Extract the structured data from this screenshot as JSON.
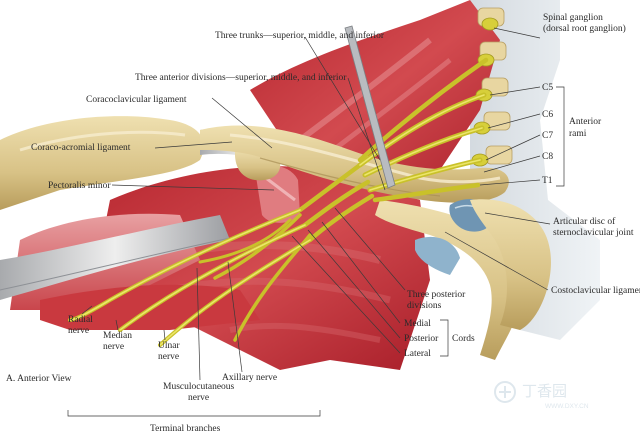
{
  "view_label": "A. Anterior View",
  "labels": {
    "spinal_ganglion": [
      "Spinal ganglion",
      "(dorsal root ganglion)"
    ],
    "three_trunks": "Three trunks—superior, middle, and inferior",
    "three_anterior_divisions": "Three anterior divisions—superior, middle, and inferior",
    "coracoclavicular_ligament": "Coracoclavicular ligament",
    "coraco_acromial_ligament": "Coraco-acromial ligament",
    "pectoralis_minor": "Pectoralis minor",
    "c5": "C5",
    "c6": "C6",
    "c7": "C7",
    "c8": "C8",
    "t1": "T1",
    "anterior_rami": [
      "Anterior",
      "rami"
    ],
    "articular_disc": [
      "Articular disc of",
      "sternoclavicular joint"
    ],
    "costoclavicular_ligament": "Costoclavicular ligament",
    "three_posterior_divisions": [
      "Three posterior",
      "divisions"
    ],
    "medial": "Medial",
    "posterior": "Posterior",
    "lateral": "Lateral",
    "cords": "Cords",
    "radial_nerve": [
      "Radial",
      "nerve"
    ],
    "median_nerve": [
      "Median",
      "nerve"
    ],
    "ulnar_nerve": [
      "Ulnar",
      "nerve"
    ],
    "musculocutaneous_nerve": [
      "Musculocutaneous",
      "nerve"
    ],
    "axillary_nerve": "Axillary nerve",
    "terminal_branches": "Terminal branches"
  },
  "watermark": {
    "brand": "丁香园",
    "url": "WWW.DXY.CN"
  },
  "colors": {
    "muscle": "#c8343b",
    "muscle_light": "#e2868a",
    "bone": "#d9c48f",
    "bone_shade": "#b79f63",
    "ligament": "#d8d8d8",
    "nerve": "#e0d94a",
    "cartilage": "#8fb3cc"
  }
}
